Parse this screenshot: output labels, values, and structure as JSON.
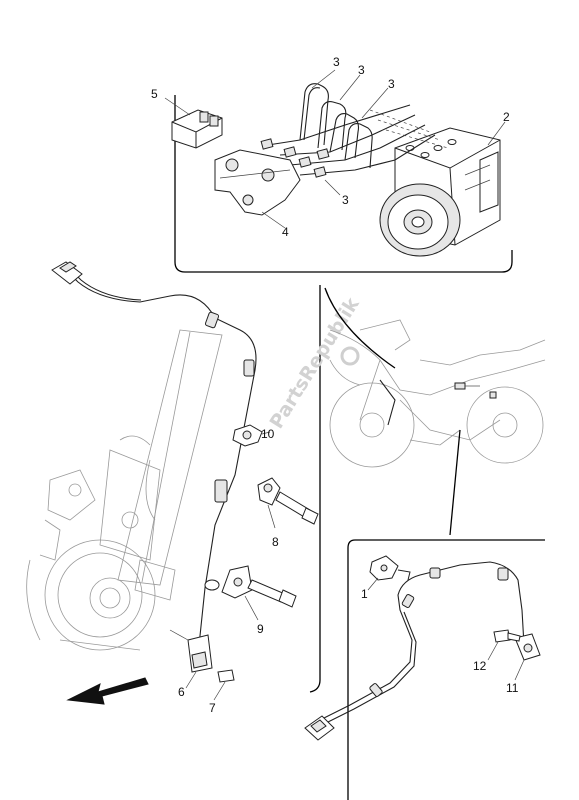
{
  "callouts": {
    "c1": "1",
    "c2": "2",
    "c3a": "3",
    "c3b": "3",
    "c3c": "3",
    "c3d": "3",
    "c4": "4",
    "c5": "5",
    "c6": "6",
    "c7": "7",
    "c8": "8",
    "c9": "9",
    "c10": "10",
    "c11": "11",
    "c12": "12"
  },
  "watermark": "PartsRepublik",
  "colors": {
    "line": "#222222",
    "ghost": "#999999",
    "background": "#ffffff"
  }
}
